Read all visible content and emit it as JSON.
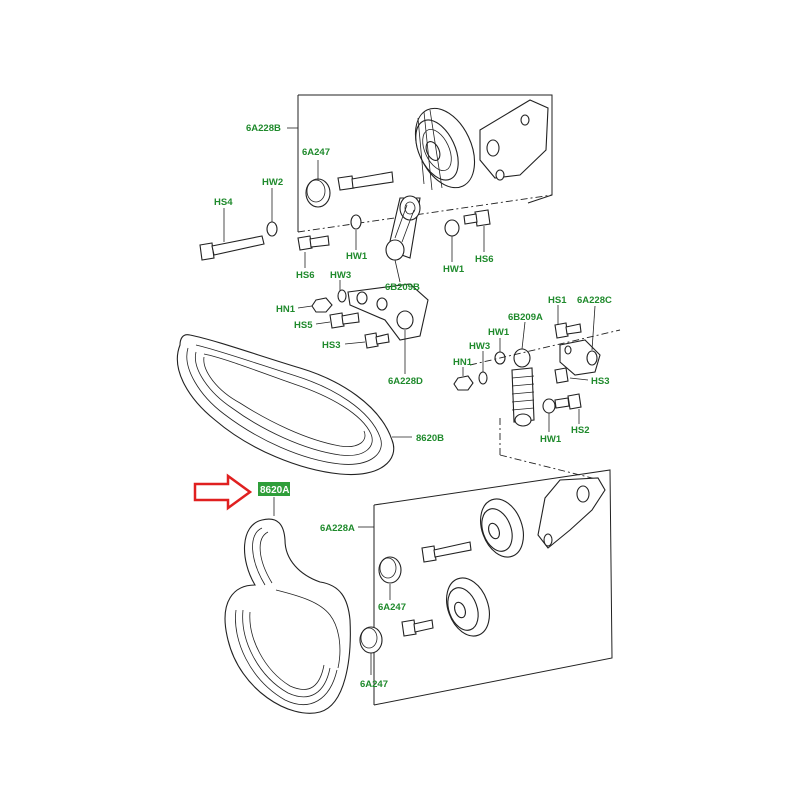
{
  "colors": {
    "label_green": "#1f8a2c",
    "highlight_green": "#2f9e3a",
    "arrow_red": "#e02020",
    "line": "#222222"
  },
  "labels": {
    "6A228B": "6A228B",
    "6A247_top": "6A247",
    "HW2": "HW2",
    "HS4": "HS4",
    "HS6_left": "HS6",
    "HW1_mid": "HW1",
    "HW1_right": "HW1",
    "HS6_right": "HS6",
    "HW3_top": "HW3",
    "6B209B": "6B209B",
    "HN1_left": "HN1",
    "HS5": "HS5",
    "HS3_left": "HS3",
    "6A228D": "6A228D",
    "8620B": "8620B",
    "HS1": "HS1",
    "6A228C": "6A228C",
    "6B209A": "6B209A",
    "HW1_r2": "HW1",
    "HW3_r": "HW3",
    "HN1_r": "HN1",
    "HS3_r": "HS3",
    "HW1_r3": "HW1",
    "HS2": "HS2",
    "8620A": "8620A",
    "6A228A": "6A228A",
    "6A247_b1": "6A247",
    "6A247_b2": "6A247"
  },
  "arrow": {
    "icon": "right-arrow-outline-icon",
    "points_to": "8620A"
  }
}
